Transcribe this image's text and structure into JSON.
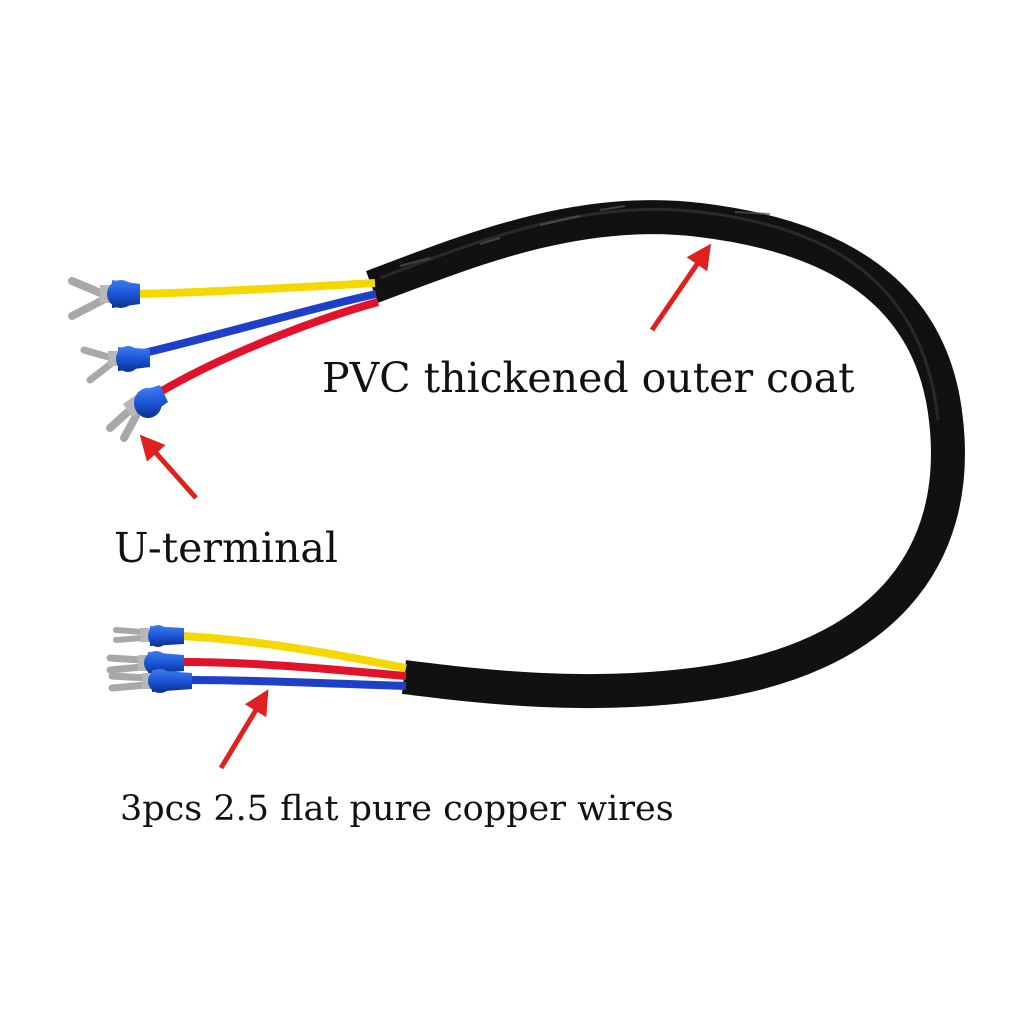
{
  "captions": {
    "outer_coat": "PVC thickened outer coat",
    "terminal": "U-terminal",
    "wires": "3pcs 2.5 flat pure copper wires"
  },
  "colors": {
    "background": "#ffffff",
    "cable_jacket": "#111111",
    "wire_yellow": "#f5d800",
    "wire_blue": "#1e3fc8",
    "wire_red": "#e3122b",
    "terminal_sleeve": "#1a55d6",
    "terminal_metal": "#a8a8a8",
    "arrow": "#e0201c",
    "text": "#111111"
  }
}
